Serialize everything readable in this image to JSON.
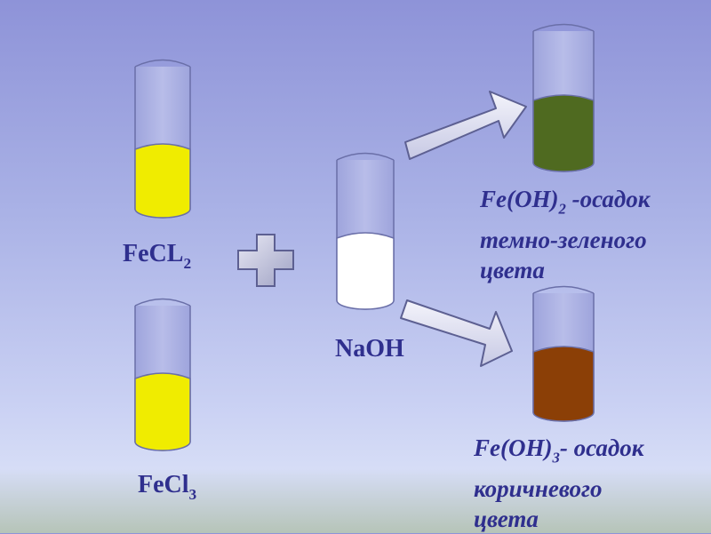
{
  "colors": {
    "yellow_solution": "#f0ec00",
    "naoh_solution": "#ffffff",
    "green_precipitate": "#4f6a20",
    "brown_precipitate": "#8b3f06",
    "text": "#2f2f8e"
  },
  "labels": {
    "fecl2": {
      "base": "FeCL",
      "sub": "2"
    },
    "fecl3": {
      "base": "FeCl",
      "sub": "3"
    },
    "naoh": "NaOH",
    "feoh2": {
      "base": "Fe(OH)",
      "sub": "2",
      "rest": " -осадок",
      "line2": "темно-зеленого",
      "line3": "цвета"
    },
    "feoh3": {
      "base": "Fe(OH)",
      "sub": "3",
      "rest": "- осадок",
      "line2": "коричневого",
      "line3": "цвета"
    }
  },
  "icons": [
    "plus-icon",
    "arrow-right-up-icon",
    "arrow-right-down-icon"
  ]
}
